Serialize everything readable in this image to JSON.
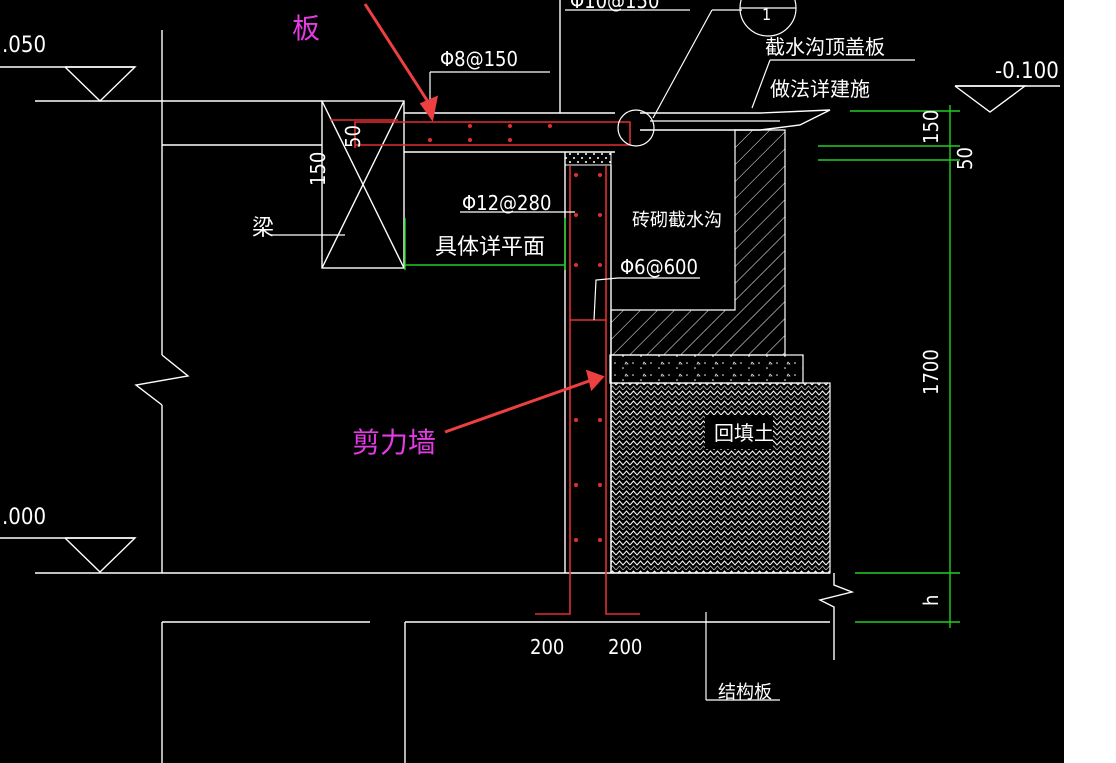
{
  "annotations": {
    "slab": "板",
    "shear_wall": "剪力墙",
    "color": "#e43be4"
  },
  "elevations": {
    "top_left": ".050",
    "bottom_left": ".000",
    "right": "-0.100"
  },
  "labels": {
    "rebar_top_cut": "Φ10@150",
    "rebar_slab": "Φ8@150",
    "slab_thk_vertical": "150",
    "slab_thk_small": "50",
    "beam": "梁",
    "rebar_wall": "Φ12@280",
    "see_plan": "具体详平面",
    "trench": "砖砌截水沟",
    "rebar_tie": "Φ6@600",
    "cover_plate": "截水沟顶盖板",
    "by_arch": "做法详建施",
    "backfill": "回填土",
    "dim_150": "150",
    "dim_50": "50",
    "dim_1700": "1700",
    "dim_h": "h",
    "wall_thk_1": "200",
    "wall_thk_2": "200",
    "struct_slab": "结构板",
    "detail_ref": "1"
  },
  "colors": {
    "background": "#000000",
    "lines": "#ffffff",
    "rebar": "#e03030",
    "dimension": "#22cc22",
    "annotation_arrow": "#ee4040"
  }
}
